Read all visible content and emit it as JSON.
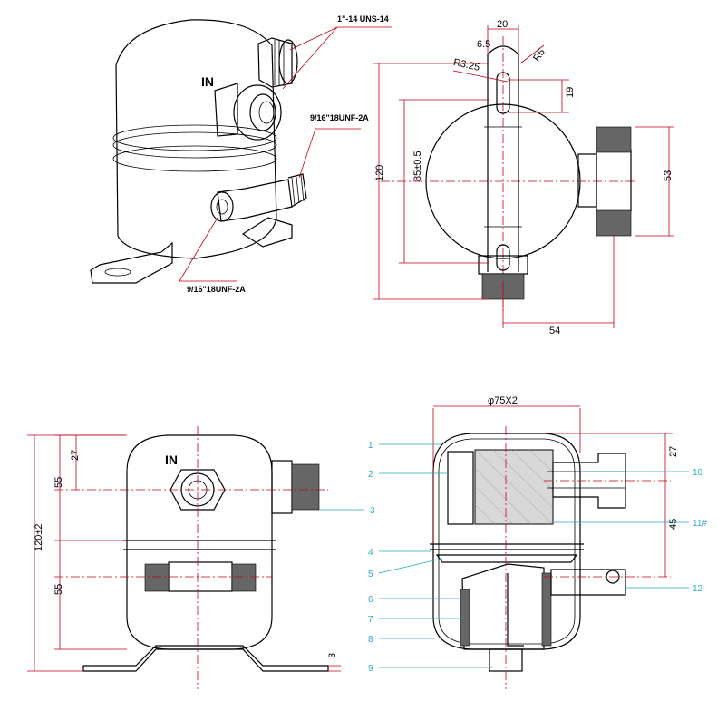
{
  "iso_view": {
    "inlet_label": "IN",
    "top_thread": "1\"-14 UNS-14",
    "side_thread_upper": "9/16\"18UNF-2A",
    "side_thread_lower": "9/16\"18UNF-2A"
  },
  "top_view": {
    "dim_width_slot": "20",
    "dim_offset": "6.5",
    "dim_radius_large": "R5",
    "dim_radius_small": "R3.25",
    "dim_19": "19",
    "dim_120": "120",
    "dim_85": "85±0.5",
    "dim_53": "53",
    "dim_54": "54"
  },
  "front_view": {
    "inlet_label": "IN",
    "dim_27": "27",
    "dim_55_top": "55",
    "dim_55_bottom": "55",
    "dim_120": "120±2",
    "dim_3": "3",
    "callout_3": "3"
  },
  "section_view": {
    "dim_diameter": "φ75X2",
    "dim_27": "27",
    "dim_45": "45",
    "callouts_left": [
      "1",
      "2",
      "4",
      "5",
      "6",
      "7",
      "8",
      "9"
    ],
    "callouts_right": [
      "10",
      "11#",
      "12"
    ]
  },
  "colors": {
    "outline": "#000000",
    "dimension": "#c0001a",
    "callout": "#2aa9c9"
  }
}
